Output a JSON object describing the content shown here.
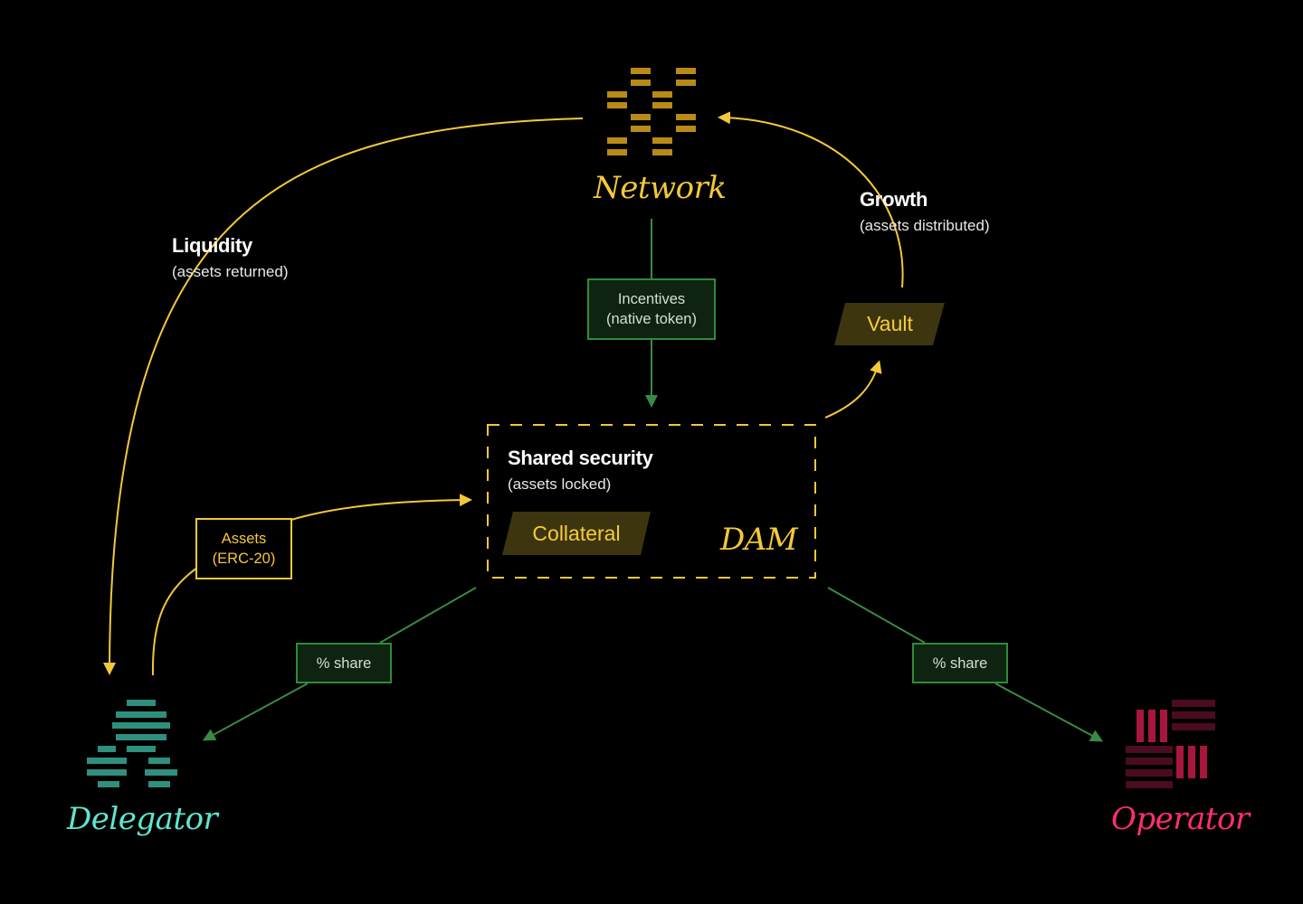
{
  "nodes": {
    "network": {
      "label": "Network"
    },
    "delegator": {
      "label": "Delegator"
    },
    "operator": {
      "label": "Operator"
    },
    "dam": {
      "label": "DAM"
    }
  },
  "flows": {
    "liquidity": {
      "title": "Liquidity",
      "subtitle": "(assets returned)"
    },
    "growth": {
      "title": "Growth",
      "subtitle": "(assets distributed)"
    },
    "shared_security": {
      "title": "Shared security",
      "subtitle": "(assets locked)"
    }
  },
  "boxes": {
    "incentives": {
      "line1": "Incentives",
      "line2": "(native token)"
    },
    "assets": {
      "line1": "Assets",
      "line2": "(ERC-20)"
    },
    "share_left": {
      "label": "% share"
    },
    "share_right": {
      "label": "% share"
    }
  },
  "tags": {
    "vault": "Vault",
    "collateral": "Collateral"
  },
  "colors": {
    "network": "#f2c83a",
    "delegator": "#5ee6d0",
    "operator": "#ff2f6d",
    "arrow_yellow": "#f2c83a",
    "arrow_green": "#3a8a45"
  }
}
